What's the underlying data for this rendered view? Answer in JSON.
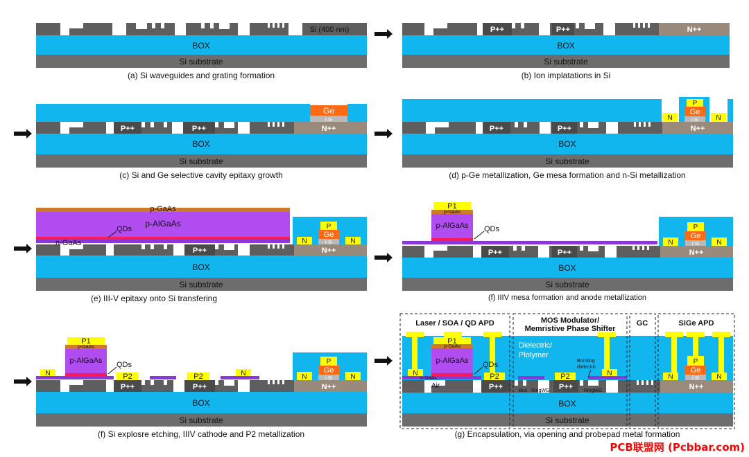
{
  "colors": {
    "box": "#12b6ee",
    "substrate": "#6d6d6d",
    "silicon": "#5e5e5e",
    "doped": "#4a4a4a",
    "nsi": "#9a8a7c",
    "ge": "#ff6a12",
    "isi": "#b9b9b9",
    "metal": "#ffff00",
    "algaas": "#b04cf0",
    "pgaas": "#cd7a2a",
    "qd": "#ff1a55",
    "ngaas": "#8a38d8",
    "arrow": "#111111",
    "watermark": "#ff0000"
  },
  "common": {
    "box": "BOX",
    "substrate": "Si substrate",
    "si_thickness": "Si (400 nm)",
    "pp": "P++",
    "npp": "N++",
    "ge": "Ge",
    "isi": "i-Si",
    "p": "P",
    "n": "N",
    "p1": "P1",
    "p2": "P2",
    "pgaas": "p-GaAs",
    "palgaas": "p-AlGaAs",
    "ngaas": "n-GaAs",
    "qds": "QDs",
    "air": "Air",
    "bus": "Bus",
    "ringwg": "RingWG",
    "dielectric": "Dielectric/",
    "polymer": "Plolymer",
    "bonding": "Bonding",
    "bonding2": "dielectric"
  },
  "captions": {
    "a": "(a) Si waveguides and grating formation",
    "b": "(b) Ion implatations in Si",
    "c": "(c) Si and Ge selective cavity epitaxy growth",
    "d": "(d) p-Ge metallization, Ge mesa formation and n-Si metallization",
    "e": "(e) III-V epitaxy onto Si transfering",
    "f1": "(f) IIIV mesa formation and anode metallization",
    "f2": "(f) Si explosre etching, IIIV cathode and P2 metallization",
    "g": "(g) Encapsulation, via opening and probepad metal formation"
  },
  "sections": {
    "laser": "Laser / SOA / QD APD",
    "mos1": "MOS Modulator/",
    "mos2": "Memristive Phase Shifter",
    "gc": "GC",
    "apd": "SiGe APD"
  },
  "watermark": "PCB联盟网 (Pcbbar.com)"
}
